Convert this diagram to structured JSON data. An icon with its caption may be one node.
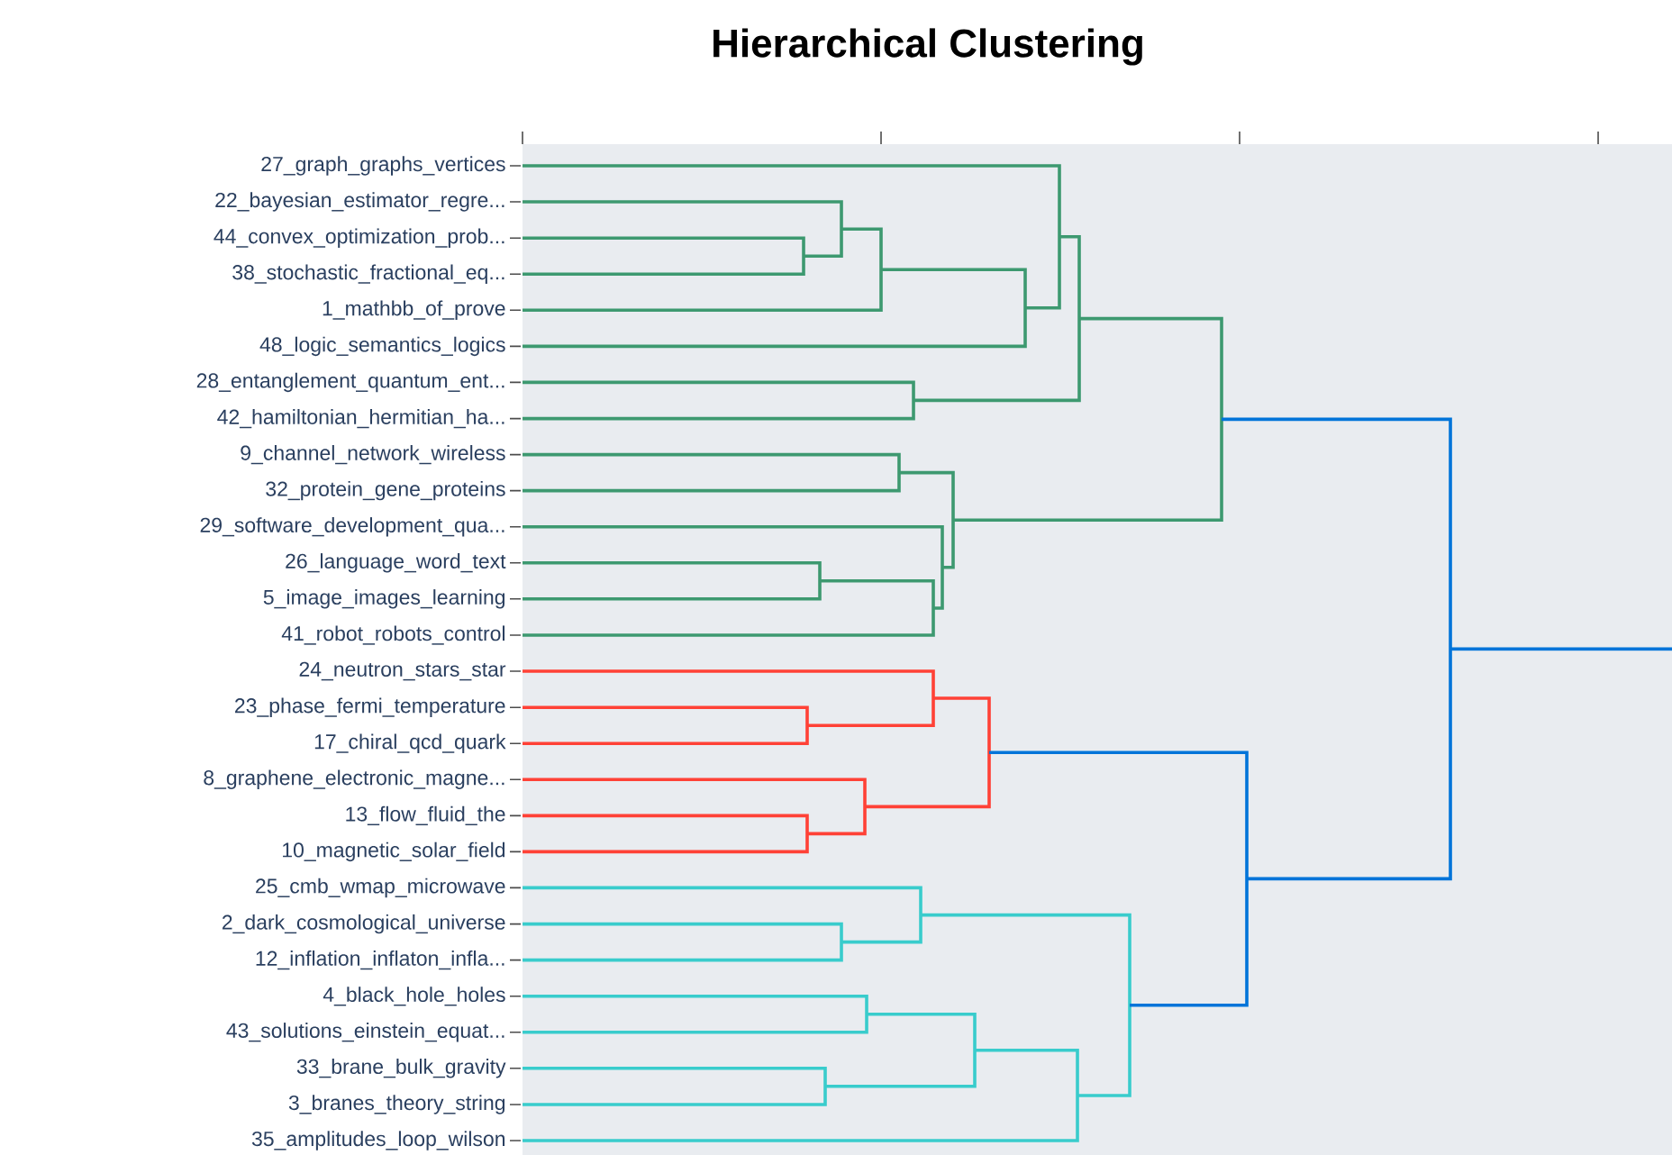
{
  "diagram": {
    "title": "Hierarchical Clustering",
    "labels": [
      "27_graph_graphs_vertices",
      "22_bayesian_estimator_regre...",
      "44_convex_optimization_prob...",
      "38_stochastic_fractional_eq...",
      "1_mathbb_of_prove",
      "48_logic_semantics_logics",
      "28_entanglement_quantum_ent...",
      "42_hamiltonian_hermitian_ha...",
      "9_channel_network_wireless",
      "32_protein_gene_proteins",
      "29_software_development_qua...",
      "26_language_word_text",
      "5_image_images_learning",
      "41_robot_robots_control",
      "24_neutron_stars_star",
      "23_phase_fermi_temperature",
      "17_chiral_qcd_quark",
      "8_graphene_electronic_magne...",
      "13_flow_fluid_the",
      "10_magnetic_solar_field",
      "25_cmb_wmap_microwave",
      "2_dark_cosmological_universe",
      "12_inflation_inflaton_infla...",
      "4_black_hole_holes",
      "43_solutions_einstein_equat...",
      "33_brane_bulk_gravity",
      "3_branes_theory_string",
      "35_amplitudes_loop_wilson"
    ]
  }
}
